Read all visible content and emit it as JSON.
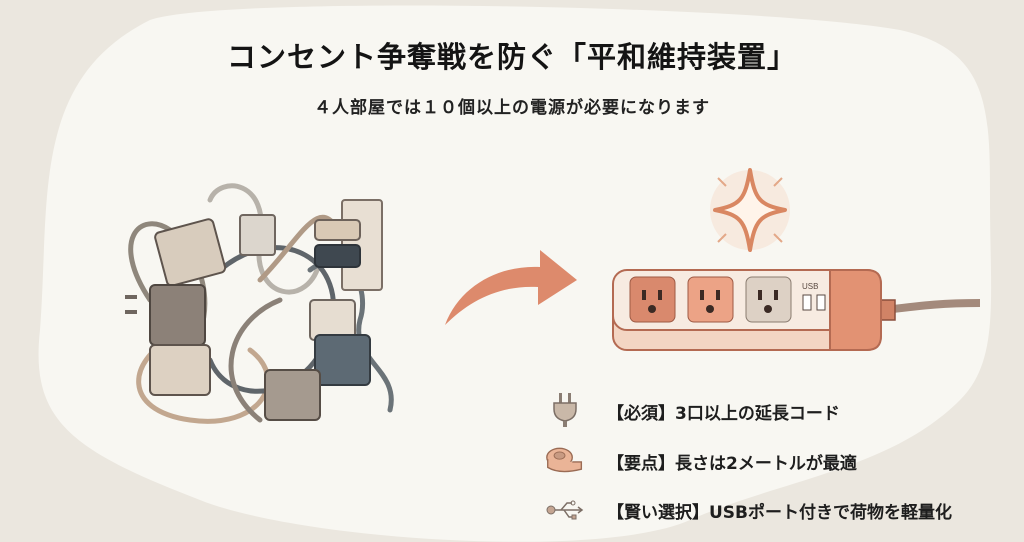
{
  "header": {
    "title": "コンセント争奪戦を防ぐ「平和維持装置」",
    "subtitle": "４人部屋では１０個以上の電源が必要になります"
  },
  "illustrations": {
    "left": "tangled-chargers-and-cables",
    "arrow": "curved-arrow-right",
    "right": "power-strip-with-sparkle",
    "power_strip_usb_label": "USB"
  },
  "features": [
    {
      "icon": "plug-icon",
      "text": "【必須】3口以上の延長コード"
    },
    {
      "icon": "tape-measure-icon",
      "text": "【要点】長さは2メートルが最適"
    },
    {
      "icon": "usb-icon",
      "text": "【賢い選択】USBポート付きで荷物を軽量化"
    }
  ],
  "colors": {
    "background_outer": "#ebe7df",
    "background_inner": "#f8f7f2",
    "accent": "#d9785a",
    "text": "#141414"
  }
}
